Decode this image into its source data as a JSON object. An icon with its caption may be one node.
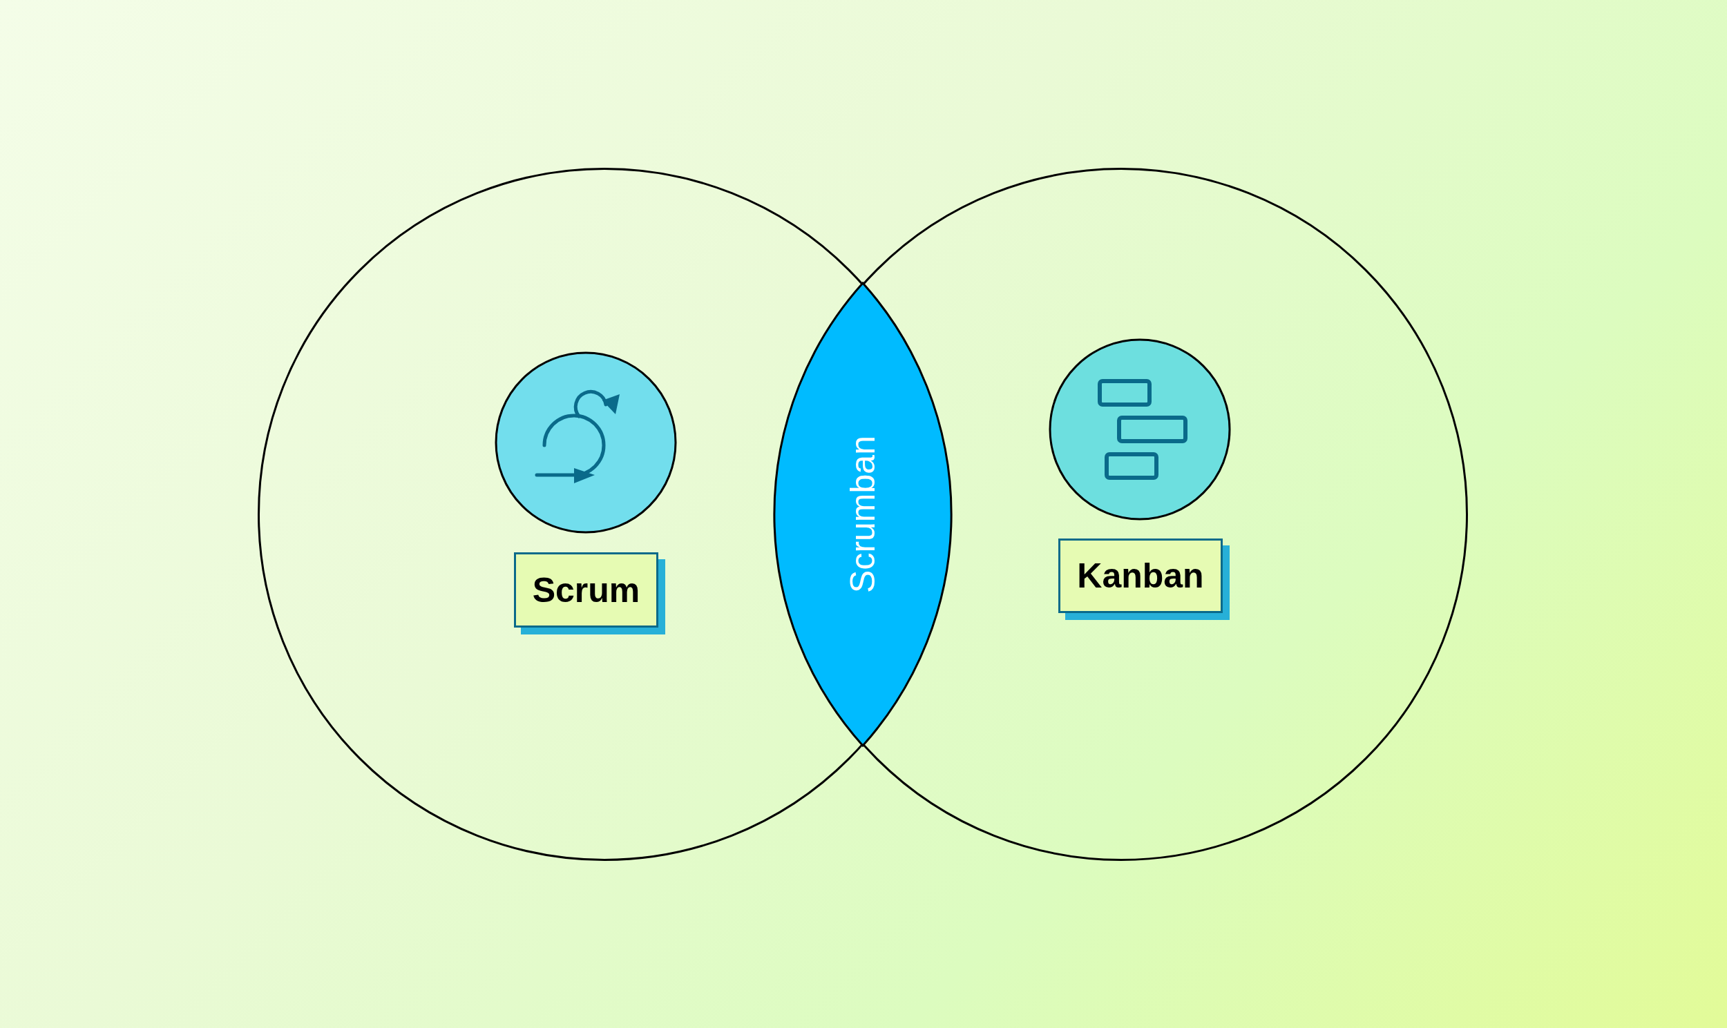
{
  "diagram": {
    "nodes": [
      {
        "text": [],
        "shape": "circle"
      },
      {
        "text": [
          "Scrum"
        ],
        "in": 0
      },
      {
        "text": [],
        "shape": "circle"
      },
      {
        "text": [
          "Kanban"
        ],
        "in": 2
      },
      {
        "text": [
          "Scrumban"
        ]
      }
    ]
  }
}
